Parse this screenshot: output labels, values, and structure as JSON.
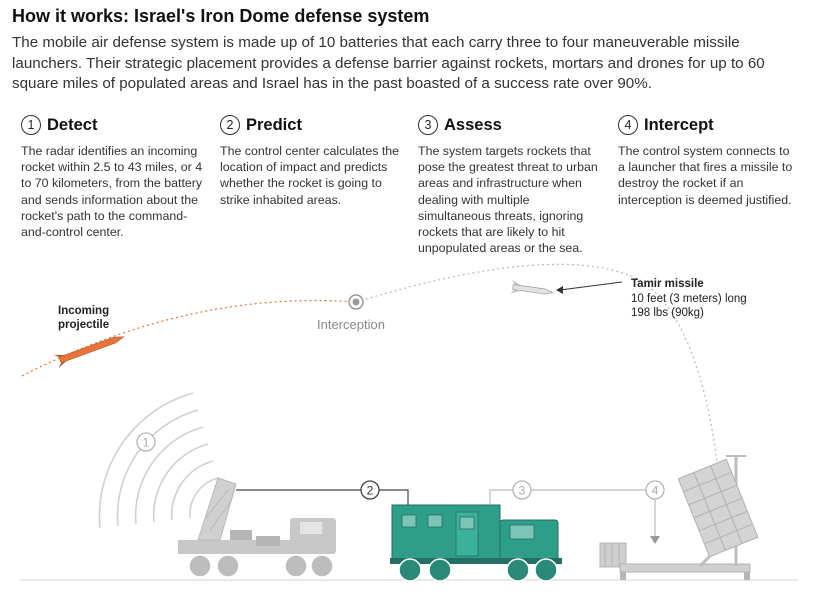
{
  "header": {
    "title": "How it works: Israel's Iron Dome defense system",
    "subtitle": "The mobile air defense system is made up of 10 batteries that each carry three to four maneuverable missile launchers. Their strategic placement provides a defense barrier against rockets, mortars and drones for up to 60 square miles of populated areas and Israel has in the past boasted of a success rate over 90%."
  },
  "steps": [
    {
      "num": "1",
      "title": "Detect",
      "desc": "The radar identifies an incoming rocket within 2.5 to 43 miles, or 4 to 70 kilometers, from the battery and sends information about the rocket's path to the command-and-control center."
    },
    {
      "num": "2",
      "title": "Predict",
      "desc": "The control center calculates the location of impact and predicts whether the rocket is going to strike inhabited areas."
    },
    {
      "num": "3",
      "title": "Assess",
      "desc": "The system targets rockets that pose the greatest threat to urban areas and infrastructure when dealing with multiple simultaneous threats, ignoring rockets that are likely to hit unpopulated areas or the sea."
    },
    {
      "num": "4",
      "title": "Intercept",
      "desc": "The control system connects to a launcher that fires a missile to destroy the rocket if an interception is deemed justified."
    }
  ],
  "diagram": {
    "incoming_line1": "Incoming",
    "incoming_line2": "projectile",
    "interception": "Interception",
    "tamir_title": "Tamir missile",
    "tamir_line1": "10 feet (3 meters) long",
    "tamir_line2": "198 lbs (90kg)",
    "markers": [
      "1",
      "2",
      "3",
      "4"
    ]
  },
  "colors": {
    "projectile": "#e8733a",
    "control_center": "#2f9e89",
    "vehicle_gray": "#c8c8c8",
    "line_gray": "#bbbbbb"
  }
}
